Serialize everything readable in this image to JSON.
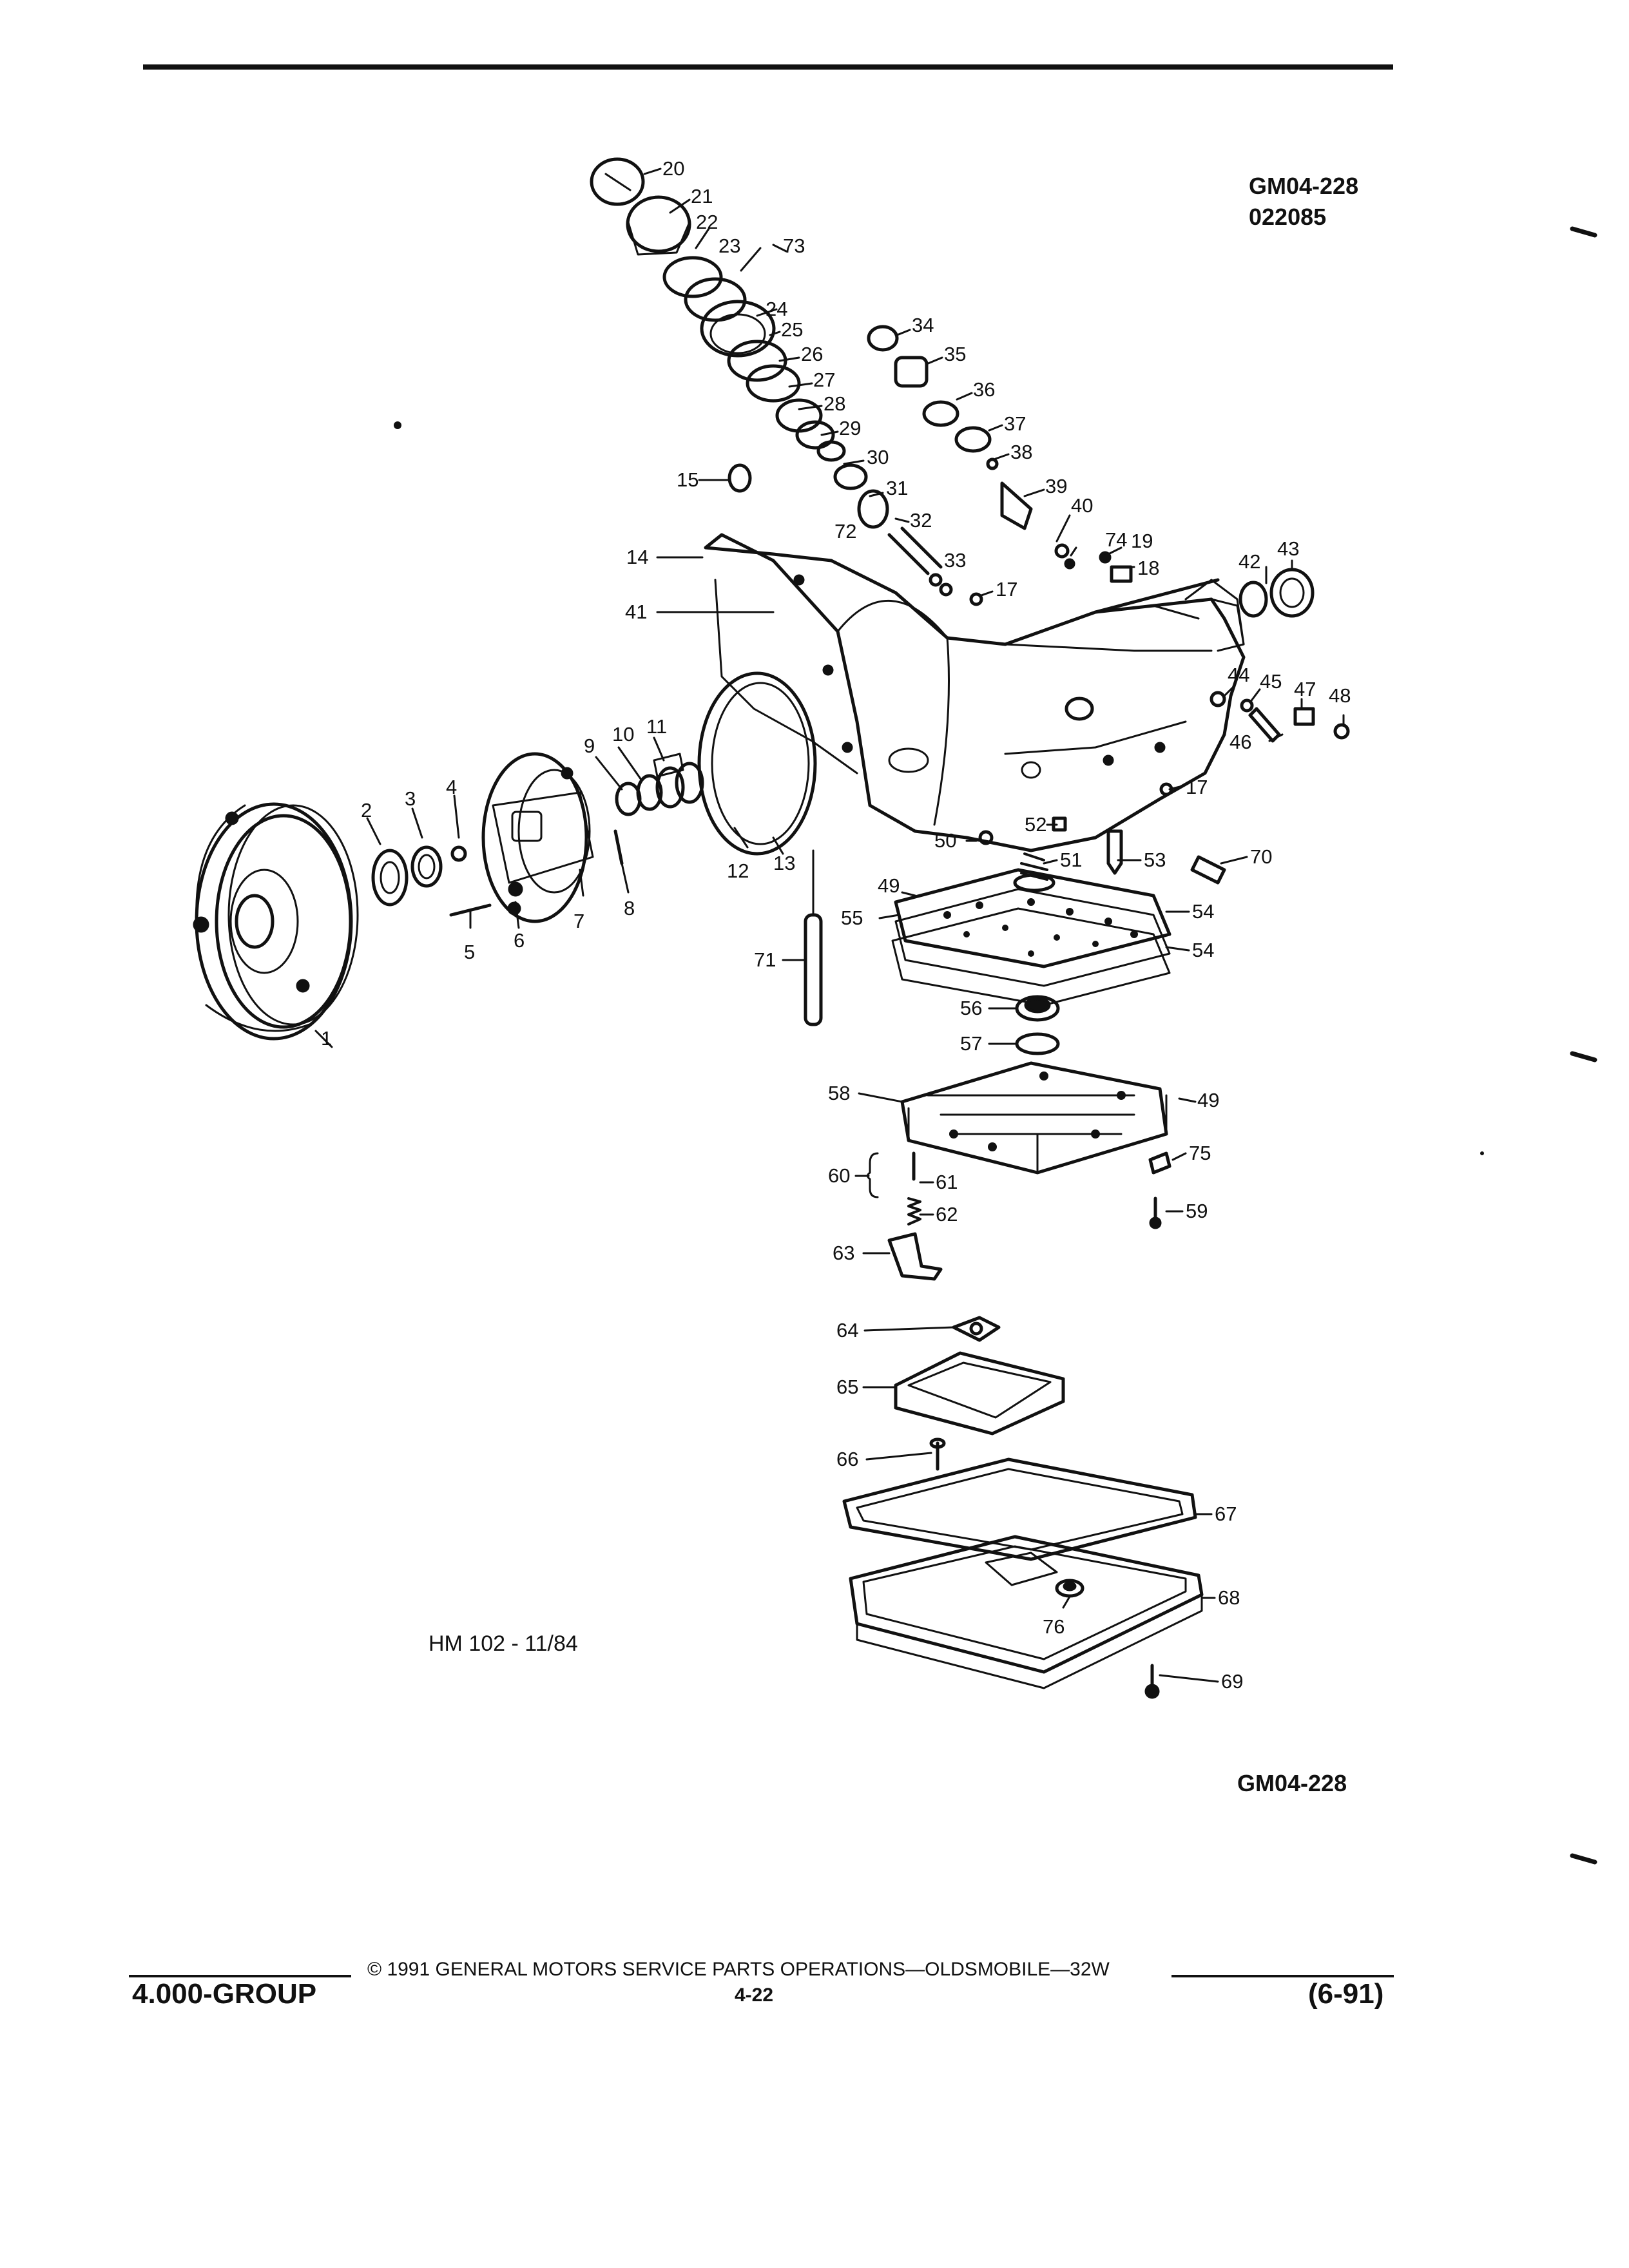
{
  "header": {
    "code": "GM04-228",
    "date_code": "022085"
  },
  "figure": {
    "caption": "HM 102 - 11/84",
    "bottom_code": "GM04-228",
    "callouts": [
      "1",
      "2",
      "3",
      "4",
      "5",
      "6",
      "7",
      "8",
      "9",
      "10",
      "11",
      "12",
      "13",
      "14",
      "15",
      "17",
      "17",
      "18",
      "19",
      "20",
      "21",
      "22",
      "23",
      "24",
      "25",
      "26",
      "27",
      "28",
      "29",
      "30",
      "31",
      "32",
      "33",
      "34",
      "35",
      "36",
      "37",
      "38",
      "39",
      "40",
      "41",
      "42",
      "43",
      "44",
      "45",
      "46",
      "47",
      "48",
      "49",
      "49",
      "50",
      "51",
      "52",
      "53",
      "54",
      "54",
      "55",
      "56",
      "57",
      "58",
      "59",
      "60",
      "61",
      "62",
      "63",
      "64",
      "65",
      "66",
      "67",
      "68",
      "69",
      "70",
      "71",
      "72",
      "73",
      "74",
      "75",
      "76"
    ]
  },
  "footer": {
    "copyright": "© 1991 GENERAL MOTORS SERVICE PARTS OPERATIONS—OLDSMOBILE—32W",
    "group": "4.000-GROUP",
    "page": "4-22",
    "revision": "(6-91)"
  }
}
